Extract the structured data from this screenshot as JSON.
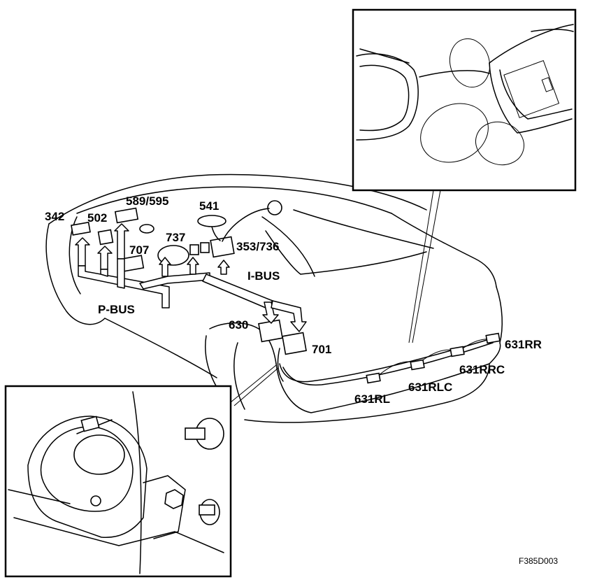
{
  "labels": {
    "c342": "342",
    "c502": "502",
    "c589": "589/595",
    "c541": "541",
    "c737": "737",
    "c707": "707",
    "c353": "353/736",
    "ibus": "I-BUS",
    "pbus": "P-BUS",
    "c630": "630",
    "c701": "701",
    "c631rr": "631RR",
    "c631rrc": "631RRC",
    "c631rlc": "631RLC",
    "c631rl": "631RL"
  },
  "figure_code": "F385D003"
}
